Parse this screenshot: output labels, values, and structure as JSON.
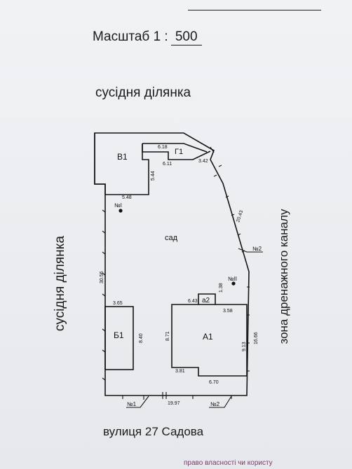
{
  "header": {
    "scale_label": "Масштаб",
    "scale_prefix": "1 :",
    "scale_value": "500"
  },
  "neighbors": {
    "top": "сусідня ділянка",
    "left": "сусідня ділянка",
    "right": "зона дренажного каналу",
    "street": "вулиця 27 Садова"
  },
  "buildings": {
    "b1": "В1",
    "g1": "Г1",
    "b_1": "Б1",
    "a1": "А1",
    "a2": "а2",
    "garden": "сад"
  },
  "markers": {
    "n1_top": "№І",
    "n2_top": "№ІІ",
    "n2_right": "№2",
    "n1_bottom": "№1",
    "n2_bottom": "№2"
  },
  "dimensions": {
    "d618": "6.18",
    "d611": "6.11",
    "d342": "3.42",
    "d544": "5.44",
    "d548": "5.48",
    "d2043": "20.43",
    "d3056": "30.56",
    "d365": "3.65",
    "d840": "8.40",
    "d643": "6.43",
    "d138": "1.38",
    "d358": "3.58",
    "d871": "8.71",
    "d913": "9.13",
    "d1666": "16.66",
    "d381": "3.81",
    "d670": "6.70",
    "d1997": "19.97"
  },
  "footer": {
    "note": "право власності чи користу"
  }
}
